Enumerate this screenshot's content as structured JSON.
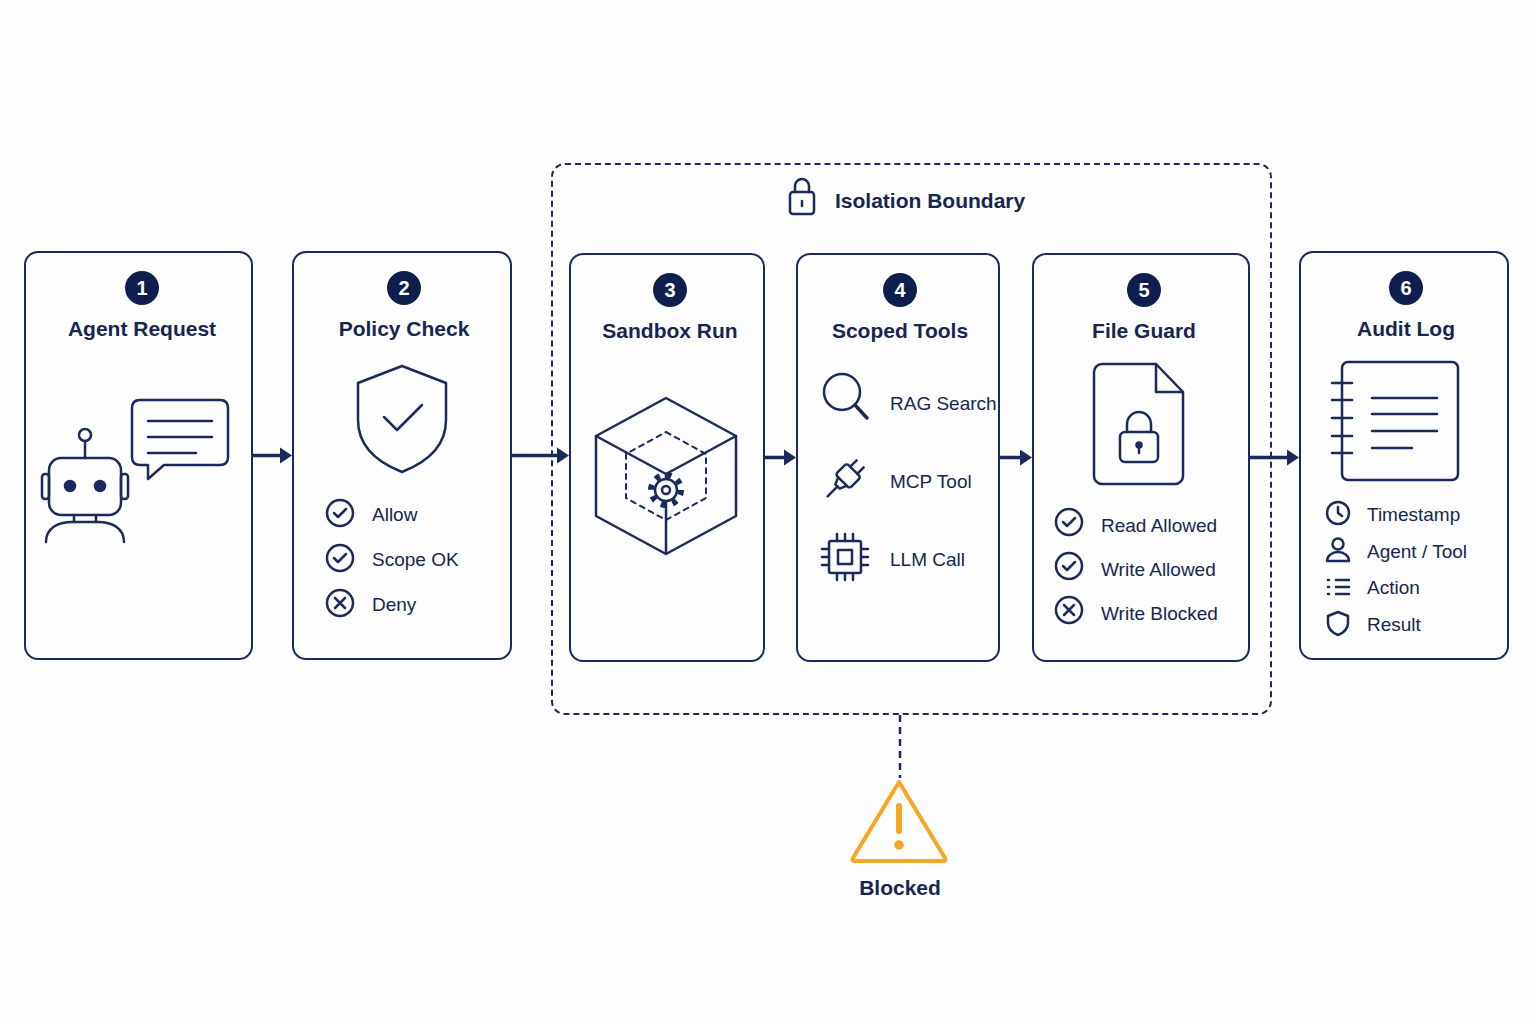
{
  "diagram": {
    "nodes": [
      {
        "text": [
          "Agent Request"
        ]
      },
      {
        "text": [
          "1"
        ],
        "in": 0
      },
      {
        "text": [
          "Policy Check",
          "Allow",
          "Scope OK",
          "Deny"
        ]
      },
      {
        "text": [
          "2"
        ],
        "in": 2
      },
      {
        "text": [
          "Isolation Boundary"
        ]
      },
      {
        "text": [
          "Sandbox Run"
        ],
        "in": 4
      },
      {
        "text": [
          "3"
        ],
        "in": 5
      },
      {
        "text": [
          "Scoped Tools",
          "RAG Search",
          "MCP Tool",
          "LLM Call"
        ],
        "in": 4
      },
      {
        "text": [
          "4"
        ],
        "in": 7
      },
      {
        "text": [
          "File Guard",
          "Read Allowed",
          "Write Allowed",
          "Write Blocked"
        ],
        "in": 4
      },
      {
        "text": [
          "5"
        ],
        "in": 9
      },
      {
        "text": [
          "Audit Log",
          "Timestamp",
          "Agent / Tool",
          "Action",
          "Result"
        ]
      },
      {
        "text": [
          "6"
        ],
        "in": 11
      },
      {
        "text": [
          "Blocked"
        ]
      }
    ],
    "edges": [
      {
        "from": 0,
        "to": 2,
        "arrow": "to"
      },
      {
        "from": 2,
        "to": 5,
        "arrow": "to"
      },
      {
        "from": 5,
        "to": 7,
        "arrow": "to"
      },
      {
        "from": 7,
        "to": 9,
        "arrow": "to"
      },
      {
        "from": 9,
        "to": 11,
        "arrow": "to"
      },
      {
        "from": 4,
        "to": 13,
        "arrow": "none"
      }
    ]
  }
}
